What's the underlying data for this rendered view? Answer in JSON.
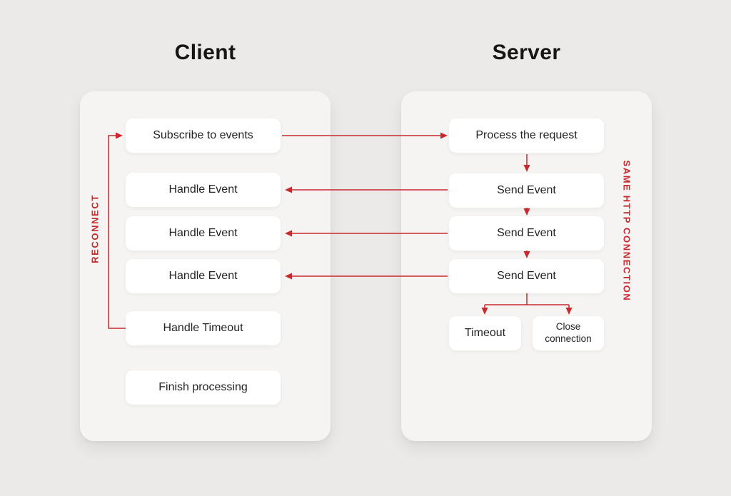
{
  "colors": {
    "accent": "#C8292E",
    "page_bg": "#EBEAE8",
    "panel_bg": "#F5F4F2",
    "node_bg": "#FFFFFF",
    "text": "#242424"
  },
  "client": {
    "title": "Client",
    "side_label": "RECONNECT",
    "nodes": [
      {
        "label": "Subscribe to events"
      },
      {
        "label": "Handle Event"
      },
      {
        "label": "Handle Event"
      },
      {
        "label": "Handle Event"
      },
      {
        "label": "Handle Timeout"
      },
      {
        "label": "Finish processing"
      }
    ]
  },
  "server": {
    "title": "Server",
    "side_label": "SAME HTTP CONNECTION",
    "nodes": [
      {
        "label": "Process the request"
      },
      {
        "label": "Send Event"
      },
      {
        "label": "Send Event"
      },
      {
        "label": "Send Event"
      },
      {
        "label": "Timeout"
      },
      {
        "label": "Close connection"
      }
    ]
  }
}
